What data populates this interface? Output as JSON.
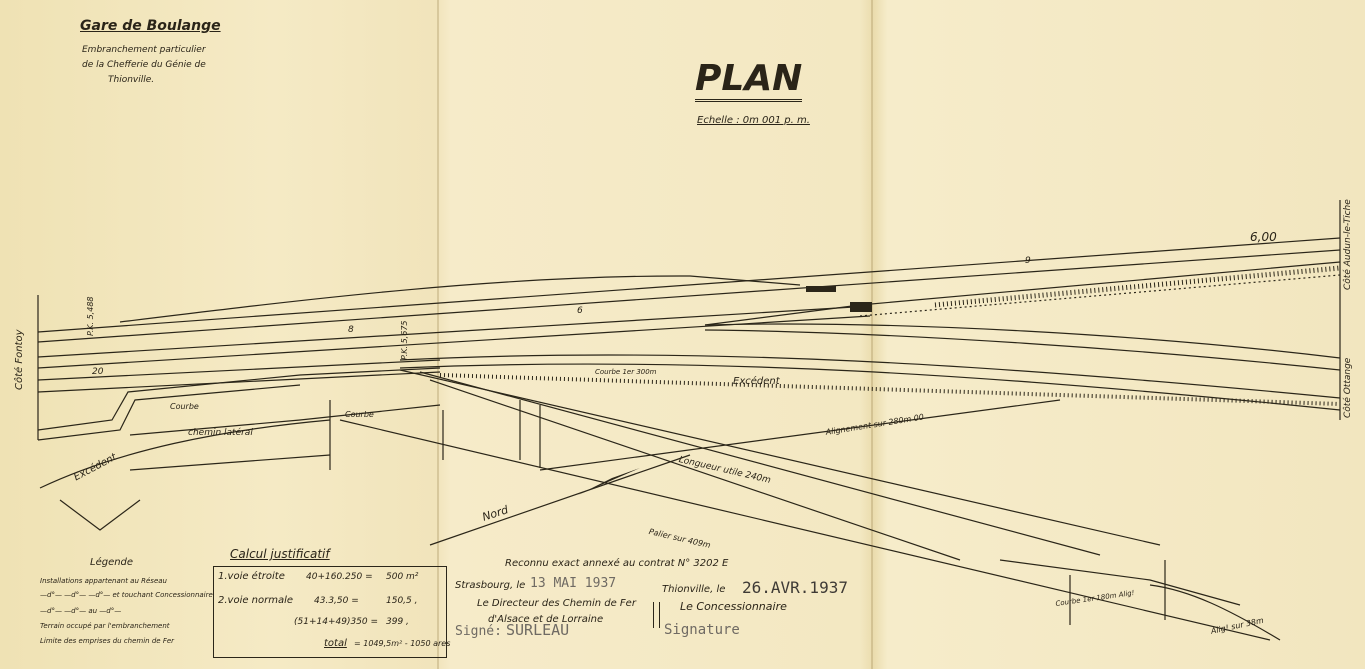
{
  "header": {
    "station": "Gare de Boulange",
    "subtitle_lines": [
      "Embranchement particulier",
      "de la Chefferie du Génie de",
      "Thionville."
    ]
  },
  "plan": {
    "title": "PLAN",
    "scale": "Echelle : 0m 001 p. m."
  },
  "sides": {
    "left": "Côté Fontoy",
    "right_top": "Côté Audun-le-Tiche",
    "right_bottom": "Côté Ottange"
  },
  "track_labels": {
    "pk_left": "P.K. 5,488",
    "pk_mid": "P.K. 5,675",
    "km20": "20",
    "val_600": "6,00",
    "val_9": "9",
    "val_8": "8",
    "val_6": "6"
  },
  "drawing_labels": {
    "excedent_right": "Excédent",
    "excedent_left": "Excédent",
    "chemin": "chemin latéral",
    "courbe1": "Courbe",
    "courbe2": "Courbe",
    "courbe3": "Courbe 1er 300m",
    "longueur": "Longueur utile 240m",
    "alignement": "Alignement sur 280m 00",
    "nord": "Nord",
    "palier": "Palier sur 409m",
    "alig_bottom": "Alig! sur 38m",
    "courbe_bottom": "Courbe 1er 180m Alig!"
  },
  "legend": {
    "title": "Légende",
    "items": [
      "Installations appartenant au Réseau",
      "—d°—  —d°—  —d°— et touchant Concessionnaire",
      "—d°—  —d°— au —d°—",
      "Terrain occupé par l'embranchement",
      "Limite des emprises du chemin de Fer"
    ]
  },
  "calcul": {
    "title": "Calcul justificatif",
    "rows": [
      {
        "label": "1.voie étroite",
        "formula": "40+160.250 =",
        "value": "500 m²"
      },
      {
        "label": "2.voie normale",
        "formula": "43.3,50 =",
        "value": "150,5 ‚"
      },
      {
        "label": "",
        "formula": "(51+14+49)350 =",
        "value": "399 ‚"
      }
    ],
    "total_label": "total",
    "total": "= 1049,5m² - 1050 ares"
  },
  "signature": {
    "reconnu": "Reconnu exact annexé au contrat N° 3202 E",
    "strasbourg": "Strasbourg, le",
    "date1": "13 MAI 1937",
    "thionville": "Thionville, le",
    "date2": "26.AVR.1937",
    "directeur_line1": "Le Directeur des Chemin de Fer",
    "directeur_line2": "d'Alsace et de Lorraine",
    "concessionnaire": "Le Concessionnaire",
    "signe": "Signé:",
    "name": "SURLEAU",
    "signature": "Signature"
  }
}
